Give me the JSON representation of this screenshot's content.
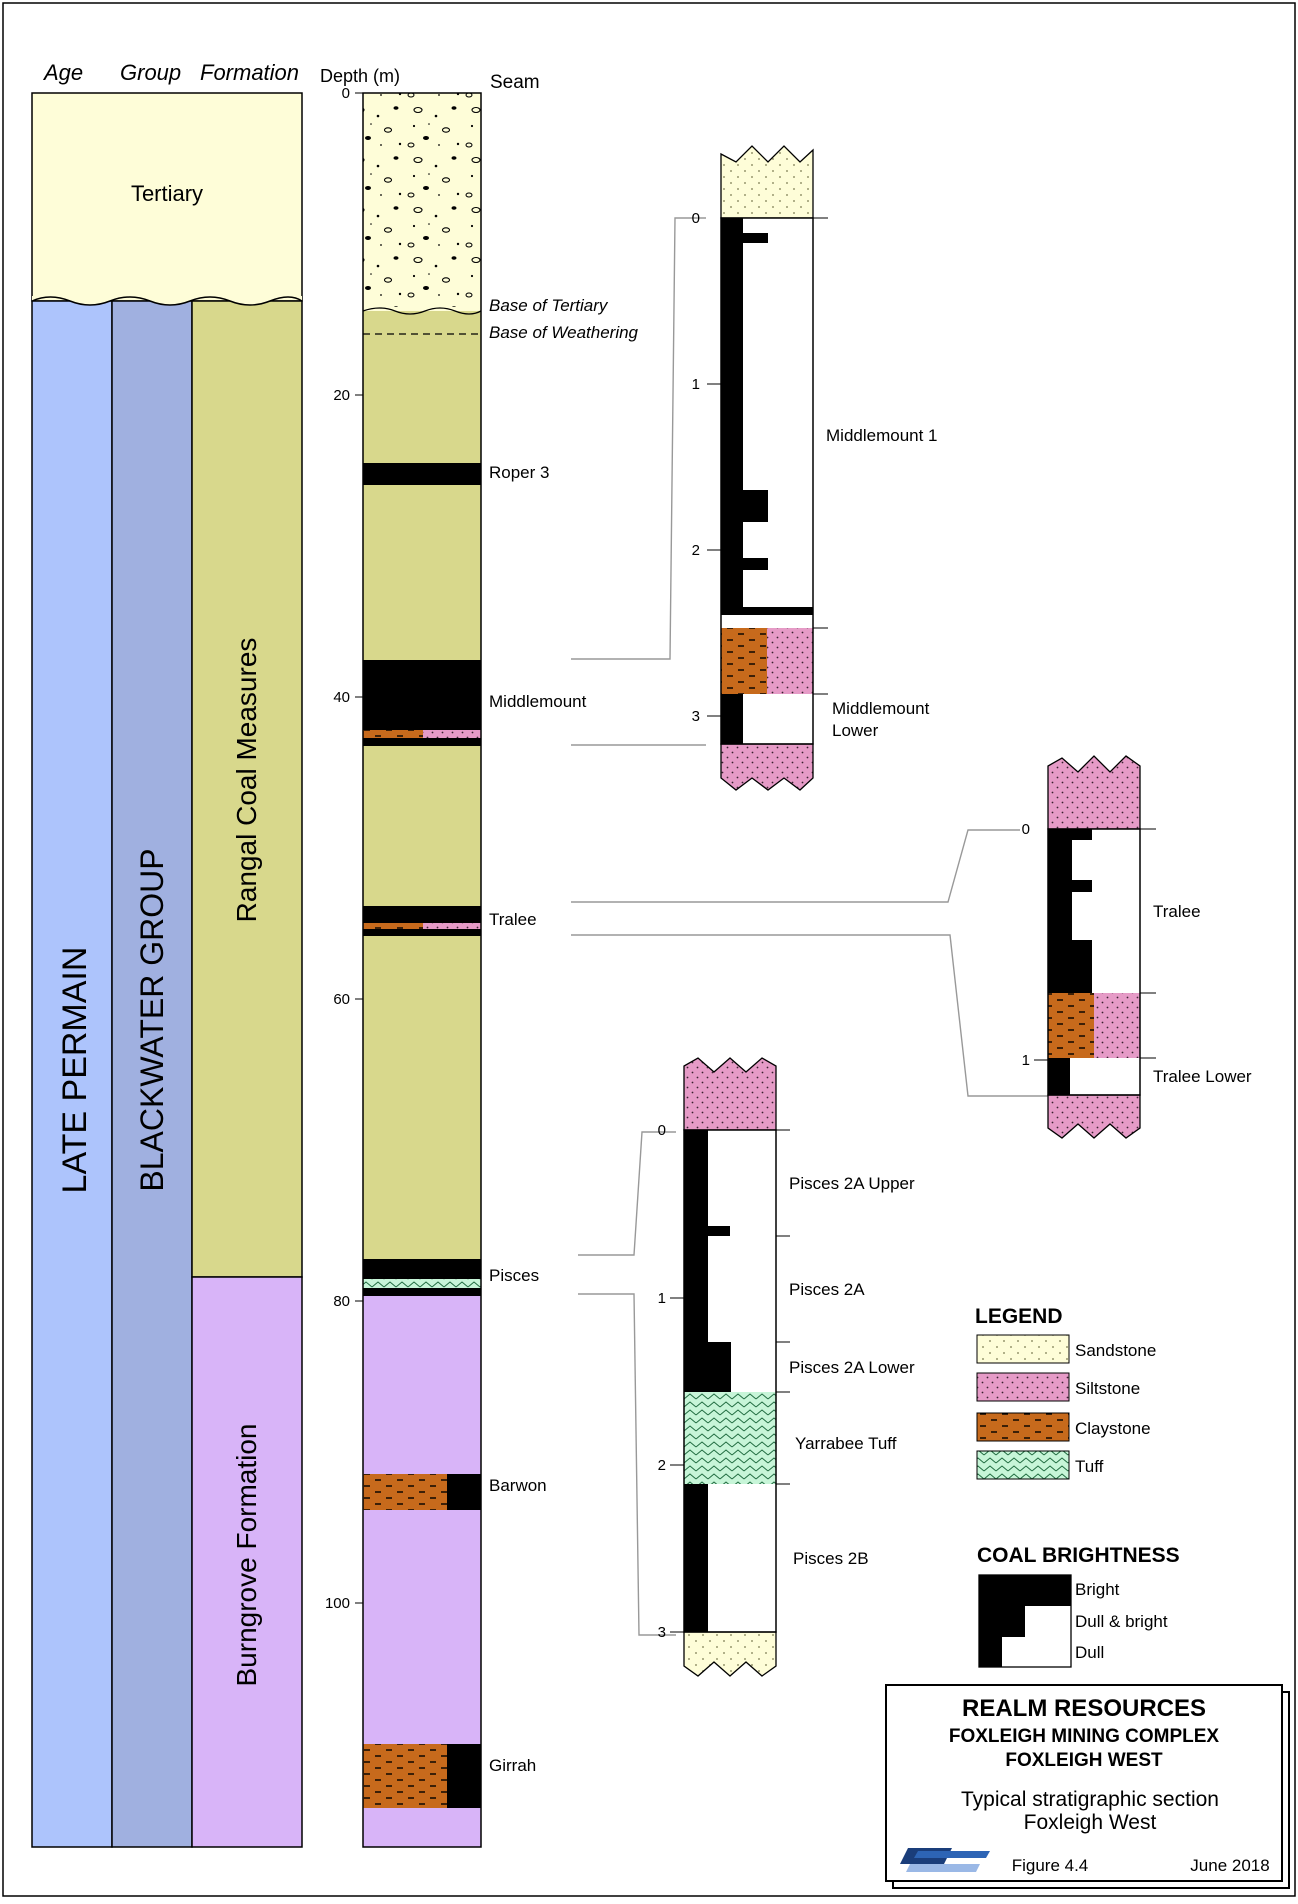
{
  "headers": {
    "age": "Age",
    "group": "Group",
    "formation": "Formation",
    "depth": "Depth (m)",
    "seam": "Seam"
  },
  "units": {
    "tertiary": "Tertiary",
    "late_permian": "LATE PERMAIN",
    "blackwater_group": "BLACKWATER GROUP",
    "rangal": "Rangal Coal Measures",
    "burngrove": "Burngrove Formation"
  },
  "depth_ticks": [
    "0",
    "20",
    "40",
    "60",
    "80",
    "100"
  ],
  "main_labels": {
    "base_tertiary": "Base of Tertiary",
    "base_weathering": "Base of Weathering",
    "roper3": "Roper 3",
    "middlemount": "Middlemount",
    "tralee": "Tralee",
    "pisces": "Pisces",
    "barwon": "Barwon",
    "girrah": "Girrah"
  },
  "middlemount_detail": {
    "ticks": [
      "0",
      "1",
      "2",
      "3"
    ],
    "plies": [
      "Middlemount 1",
      "Middlemount",
      "Lower"
    ]
  },
  "tralee_detail": {
    "ticks": [
      "0",
      "1"
    ],
    "plies": [
      "Tralee",
      "Tralee Lower"
    ]
  },
  "pisces_detail": {
    "ticks": [
      "0",
      "1",
      "2",
      "3"
    ],
    "plies": [
      "Pisces 2A Upper",
      "Pisces 2A",
      "Pisces 2A Lower",
      "Yarrabee Tuff",
      "Pisces 2B"
    ]
  },
  "legend": {
    "title": "LEGEND",
    "items": [
      "Sandstone",
      "Siltstone",
      "Claystone",
      "Tuff"
    ]
  },
  "coal_brightness": {
    "title": "COAL BRIGHTNESS",
    "items": [
      "Bright",
      "Dull & bright",
      "Dull"
    ]
  },
  "title_block": {
    "company": "REALM RESOURCES",
    "project": "FOXLEIGH MINING COMPLEX",
    "area": "FOXLEIGH WEST",
    "desc1": "Typical stratigraphic section",
    "desc2": "Foxleigh West",
    "figure": "Figure 4.4",
    "date": "June 2018"
  },
  "colors": {
    "tertiary": "#fefdd8",
    "age": "#adc4fc",
    "group": "#a0b0e0",
    "rangal": "#d8d88c",
    "burngrove": "#d8b4f8",
    "siltstone": "#e69bc7",
    "claystone": "#c76a1c",
    "tuff": "#c7f5d8",
    "coal": "#000000"
  }
}
